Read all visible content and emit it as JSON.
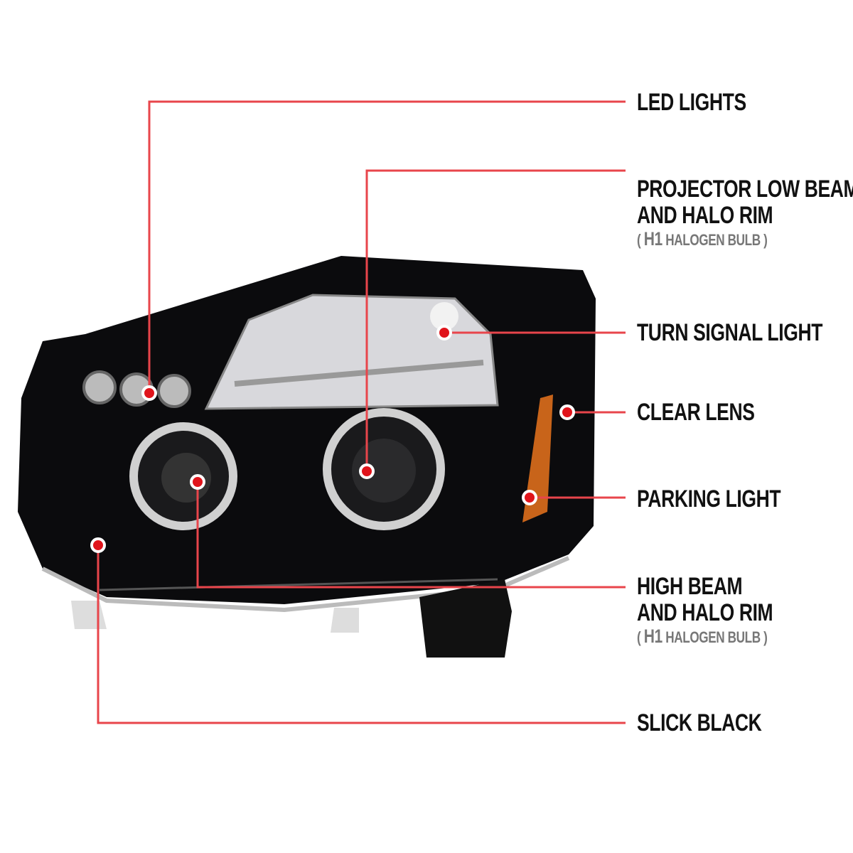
{
  "accent_color": "#e8454b",
  "dot_color": "#e0141b",
  "callouts": {
    "led": {
      "label": "LED LIGHTS"
    },
    "projector": {
      "line1": "PROJECTOR LOW BEAM",
      "line2": "AND HALO RIM",
      "sub_open": "( ",
      "sub_bold": "H1",
      "sub_text": " HALOGEN BULB )"
    },
    "turn": {
      "label": "TURN SIGNAL LIGHT"
    },
    "clear": {
      "label": "CLEAR LENS"
    },
    "parking": {
      "label": "PARKING LIGHT"
    },
    "high": {
      "line1": "HIGH BEAM",
      "line2": "AND HALO RIM",
      "sub_open": "( ",
      "sub_bold": "H1",
      "sub_text": " HALOGEN BULB )"
    },
    "slick": {
      "label": "SLICK BLACK"
    }
  }
}
